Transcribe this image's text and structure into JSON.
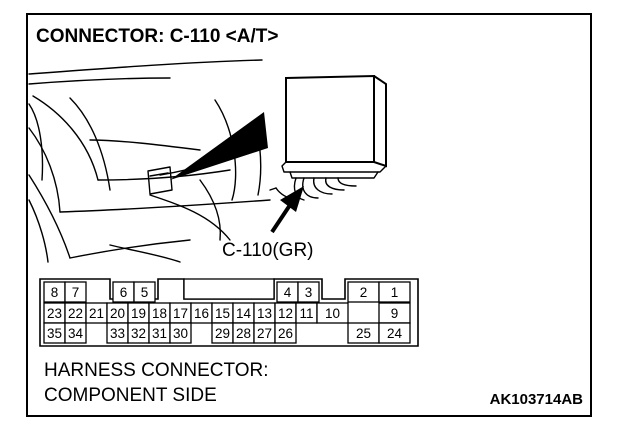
{
  "figure": {
    "title": "CONNECTOR: C-110 <A/T>",
    "callout_label": "C-110(GR)",
    "caption_line1": "HARNESS CONNECTOR:",
    "caption_line2": "COMPONENT SIDE",
    "figure_code": "AK103714AB"
  },
  "connector": {
    "row1": [
      {
        "pin": "8"
      },
      {
        "pin": "7"
      },
      {
        "pin": ""
      },
      {
        "pin": "6"
      },
      {
        "pin": "5"
      },
      {
        "pin": ""
      },
      {
        "pin": ""
      },
      {
        "pin": ""
      },
      {
        "pin": ""
      },
      {
        "pin": ""
      },
      {
        "pin": ""
      },
      {
        "pin": "4"
      },
      {
        "pin": "3"
      },
      {
        "pin": ""
      },
      {
        "pin": "2"
      },
      {
        "pin": "1"
      }
    ],
    "row2": [
      {
        "pin": "23"
      },
      {
        "pin": "22"
      },
      {
        "pin": "21"
      },
      {
        "pin": "20"
      },
      {
        "pin": "19"
      },
      {
        "pin": "18"
      },
      {
        "pin": "17"
      },
      {
        "pin": "16"
      },
      {
        "pin": "15"
      },
      {
        "pin": "14"
      },
      {
        "pin": "13"
      },
      {
        "pin": "12"
      },
      {
        "pin": "11"
      },
      {
        "pin": "10"
      },
      {
        "pin": "9"
      }
    ],
    "row3": [
      {
        "pin": "35"
      },
      {
        "pin": "34"
      },
      {
        "pin": ""
      },
      {
        "pin": "33"
      },
      {
        "pin": "32"
      },
      {
        "pin": "31"
      },
      {
        "pin": "30"
      },
      {
        "pin": ""
      },
      {
        "pin": "29"
      },
      {
        "pin": "28"
      },
      {
        "pin": "27"
      },
      {
        "pin": "26"
      },
      {
        "pin": ""
      },
      {
        "pin": "25"
      },
      {
        "pin": "24"
      }
    ]
  }
}
